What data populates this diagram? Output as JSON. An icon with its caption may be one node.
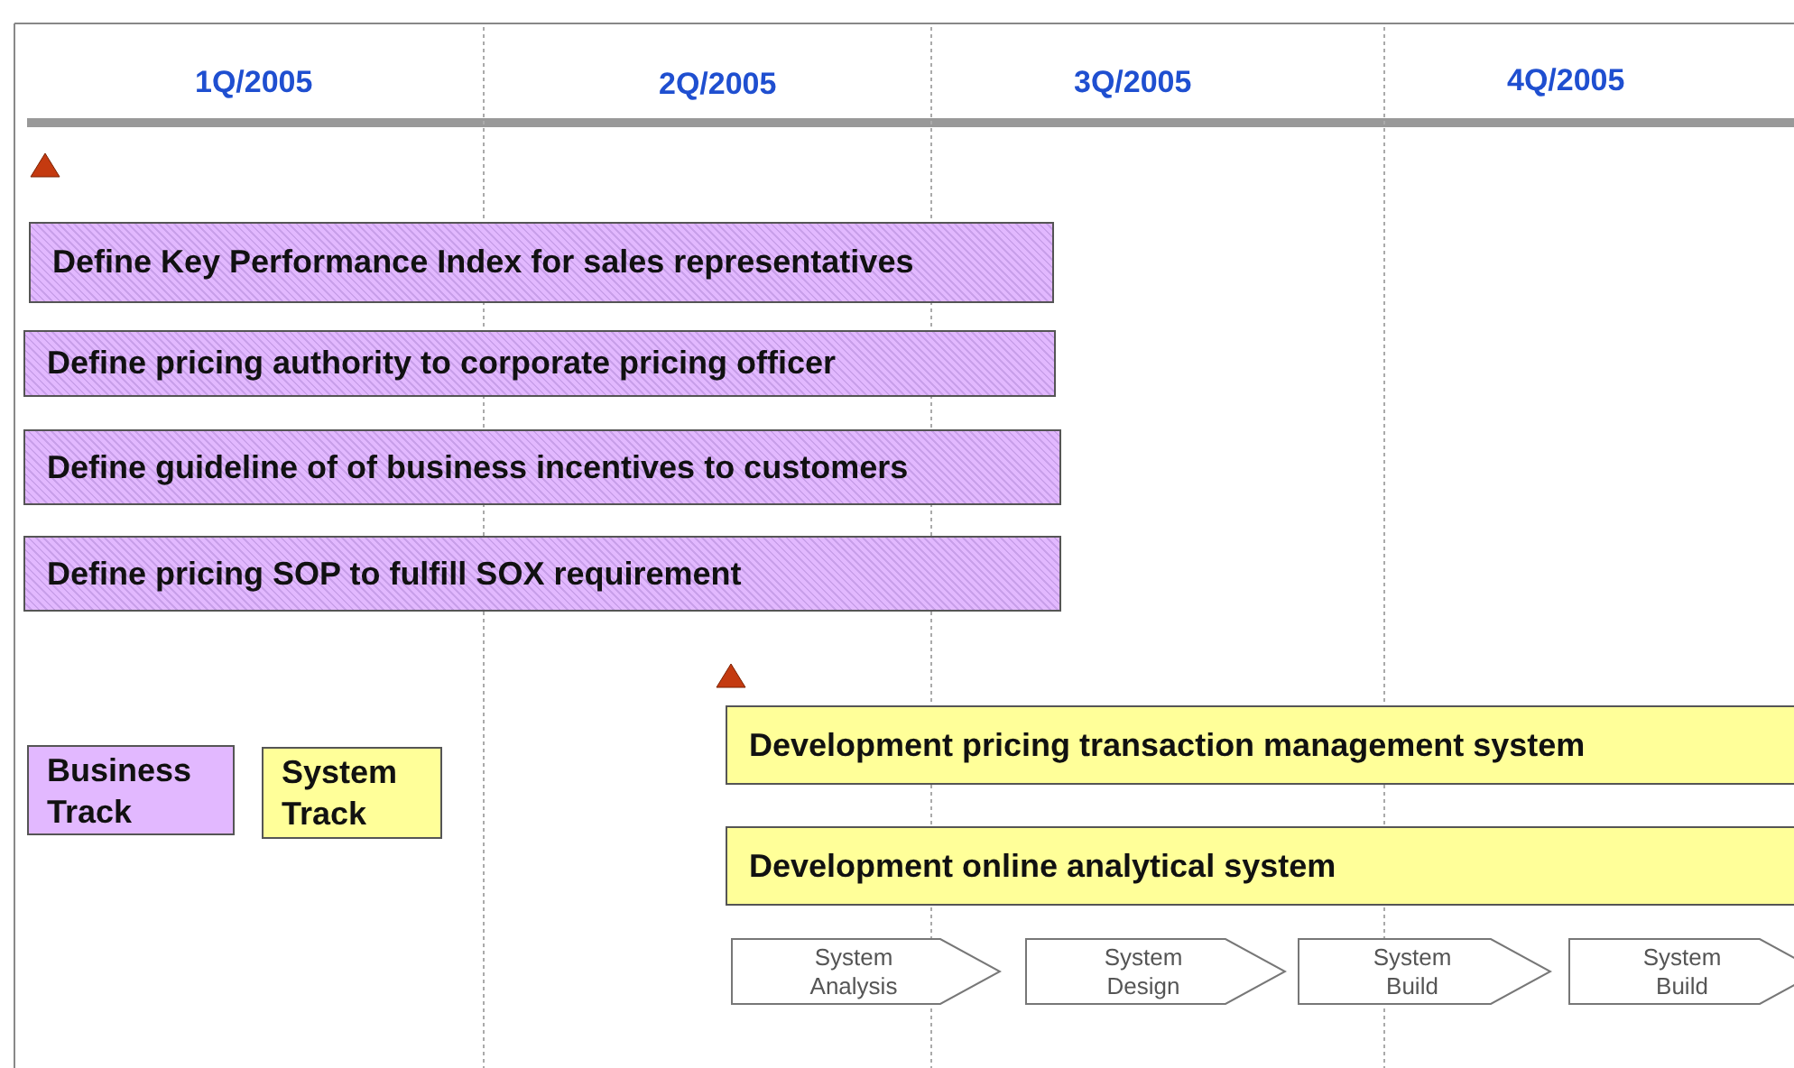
{
  "diagram": {
    "nodes": [
      {
        "text": [
          "Define Key Performance Index for sales representatives"
        ]
      },
      {
        "text": [
          "Define pricing authority to corporate pricing officer"
        ]
      },
      {
        "text": [
          "Define guideline of  of business incentives to customers"
        ]
      },
      {
        "text": [
          "Define pricing SOP to fulfill SOX requirement"
        ]
      },
      {
        "text": [
          "Development pricing transaction management system"
        ]
      },
      {
        "text": [
          "Development online analytical system"
        ]
      },
      {
        "text": [
          "System Analysis"
        ]
      },
      {
        "text": [
          "System Design"
        ]
      },
      {
        "text": [
          "System Build"
        ]
      },
      {
        "text": [
          "System Build"
        ]
      }
    ],
    "labels": [
      "1Q/2005",
      "2Q/2005",
      "3Q/2005",
      "4Q/2005"
    ],
    "legend": [
      {
        "text": "Business Track",
        "color": "#e2b8ff"
      },
      {
        "text": "System Track",
        "color": "#ffff99"
      }
    ]
  }
}
